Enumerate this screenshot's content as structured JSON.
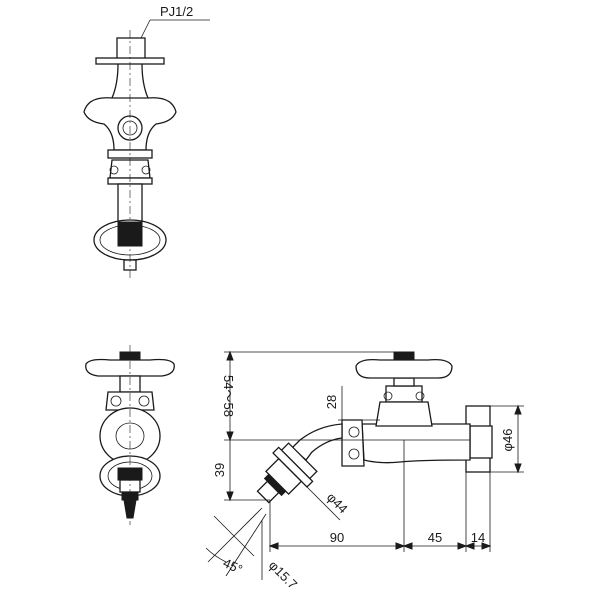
{
  "labels": {
    "thread": "PJ1/2",
    "height_total": "54～58",
    "height_handle": "28",
    "height_lower": "39",
    "dia_flange": "φ46",
    "dia_nozzle": "φ44",
    "angle": "45°",
    "dia_tip": "φ15.7",
    "len_90": "90",
    "len_45": "45",
    "len_14": "14"
  }
}
